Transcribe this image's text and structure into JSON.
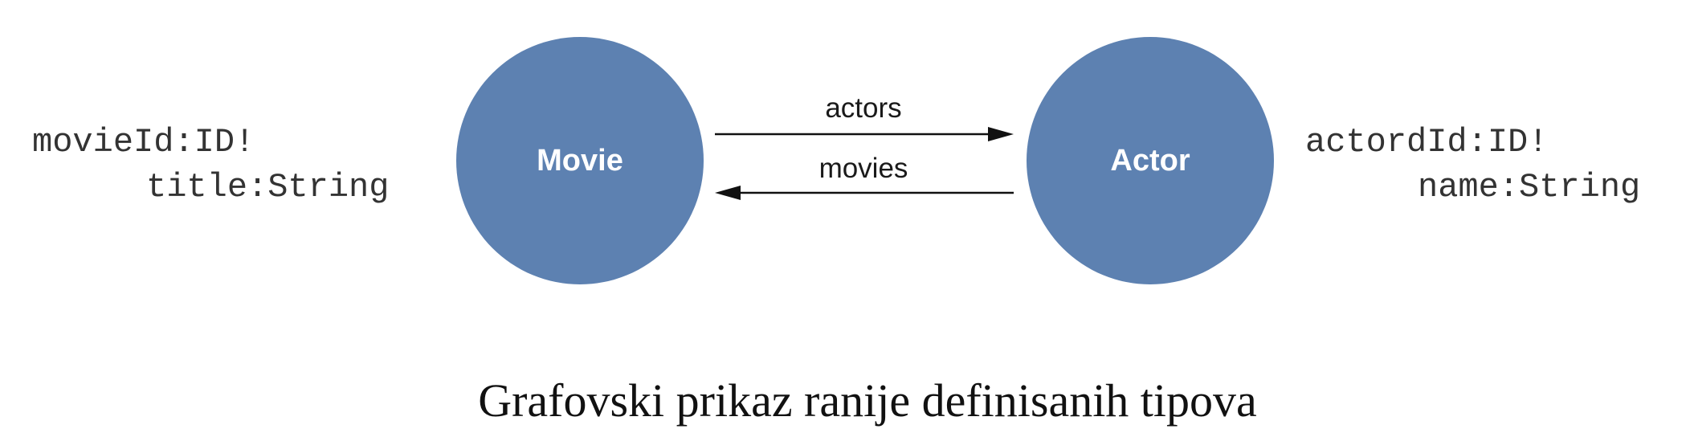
{
  "nodes": {
    "movie": {
      "label": "Movie",
      "fields": [
        "movieId:ID!",
        "title:String"
      ]
    },
    "actor": {
      "label": "Actor",
      "fields": [
        "actordId:ID!",
        "name:String"
      ]
    }
  },
  "edges": {
    "actors": {
      "label": "actors",
      "from": "Movie",
      "to": "Actor"
    },
    "movies": {
      "label": "movies",
      "from": "Actor",
      "to": "Movie"
    }
  },
  "colors": {
    "node_fill": "#5d81b1",
    "node_text": "#ffffff"
  },
  "caption": "Grafovski prikaz ranije definisanih tipova"
}
